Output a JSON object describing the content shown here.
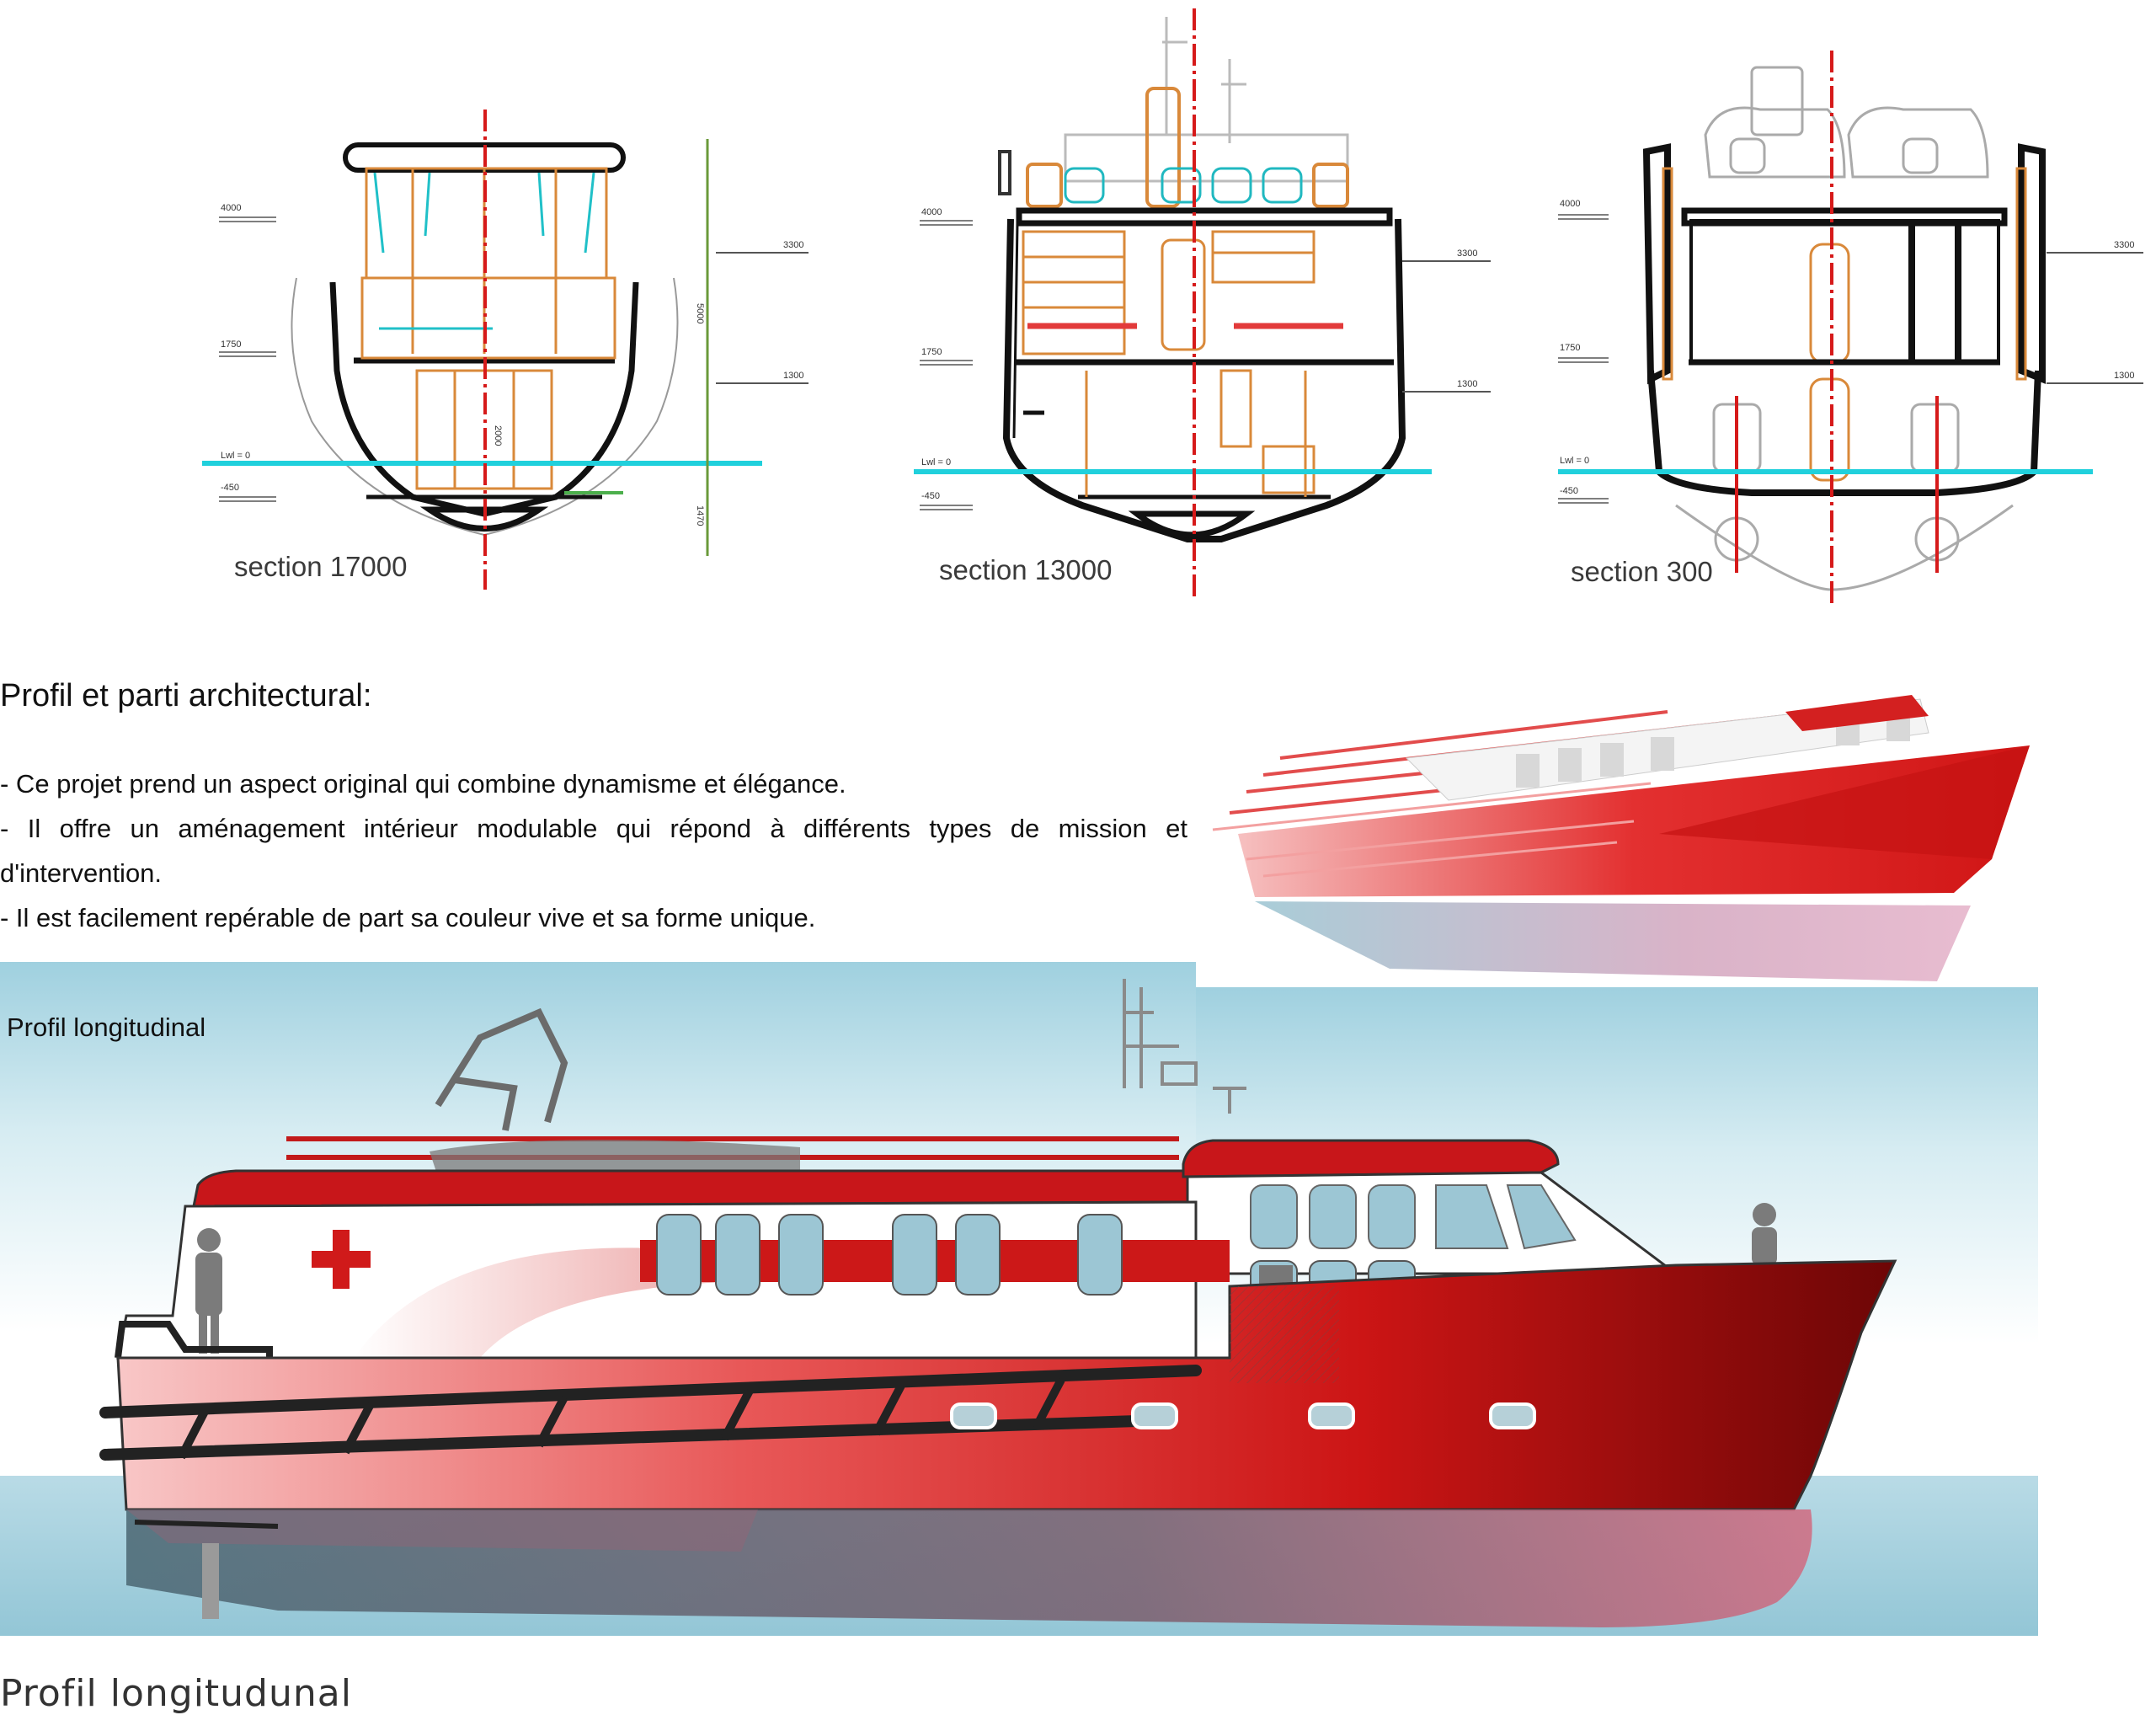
{
  "sections": [
    {
      "label": "section 17000",
      "levels": [
        "4000",
        "1750",
        "Lwl = 0",
        "-450"
      ],
      "dims": [
        "3300",
        "1300"
      ],
      "vertical_dims": [
        "5000",
        "2000",
        "1470"
      ]
    },
    {
      "label": "section 13000",
      "levels": [
        "4000",
        "1750",
        "Lwl = 0",
        "-450"
      ],
      "dims": [
        "3300",
        "1300"
      ]
    },
    {
      "label": "section 300",
      "levels": [
        "4000",
        "1750",
        "Lwl = 0",
        "-450"
      ],
      "dims": [
        "3300",
        "1300"
      ]
    }
  ],
  "profile": {
    "heading": "Profil et parti architectural:",
    "bullets": [
      "- Ce projet prend un aspect original qui combine dynamisme et élégance.",
      "- Il offre un aménagement intérieur modulable qui répond à différents  types de mission et d'intervention.",
      "- Il est facilement repérable de part sa couleur vive et sa forme unique."
    ]
  },
  "render": {
    "label": "Profil longitudinal",
    "caption": "Profil longitudunal"
  },
  "colors": {
    "hull_red": "#d71a1a",
    "dark_red": "#7a0808",
    "pink": "#f6b8b8",
    "waterline_cyan": "#20d0dc",
    "structure_orange": "#d9893a",
    "window_blue": "#9cc6d4",
    "sea": "#a9d3e0",
    "centerline": "#d61a1a"
  }
}
